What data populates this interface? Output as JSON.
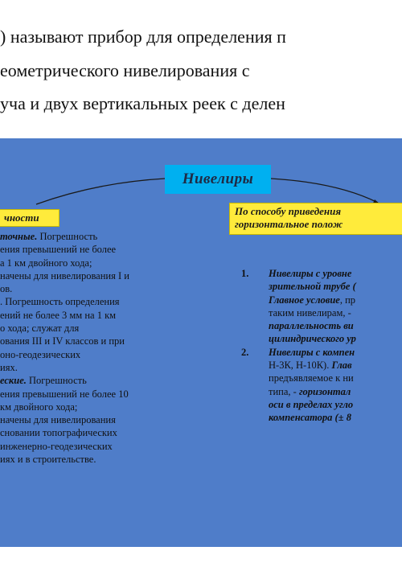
{
  "intro": {
    "line1": ")  называют прибор для определения п",
    "line2": "еометрического    нивелирования    с",
    "line3": "уча и двух вертикальных реек с делен"
  },
  "slide": {
    "title": "Нивелиры",
    "left_category": "чности",
    "right_category_line1": "По способу приведения",
    "right_category_line2": "горизонтальное полож",
    "left_lines": [
      {
        "bold": "точные.",
        "text": " Погрешность"
      },
      {
        "bold": "",
        "text": "ения превышений не более"
      },
      {
        "bold": "",
        "text": "а 1 км двойного хода;"
      },
      {
        "bold": "",
        "text": "начены для нивелирования I и"
      },
      {
        "bold": "",
        "text": "ов."
      },
      {
        "bold": "",
        "text": ". Погрешность определения"
      },
      {
        "bold": "",
        "text": "ений не более 3 мм на 1 км"
      },
      {
        "bold": "",
        "text": "о хода; служат для"
      },
      {
        "bold": "",
        "text": "ования III и IV классов и при"
      },
      {
        "bold": "",
        "text": "оно-геодезических"
      },
      {
        "bold": "",
        "text": "иях."
      },
      {
        "bold": "еские.",
        "text": " Погрешность"
      },
      {
        "bold": "",
        "text": "ения превышений не более 10"
      },
      {
        "bold": "",
        "text": "км двойного хода;"
      },
      {
        "bold": "",
        "text": "начены для нивелирования"
      },
      {
        "bold": "",
        "text": "сновании топографических"
      },
      {
        "bold": "",
        "text": "инженерно-геодезических"
      },
      {
        "bold": "",
        "text": "иях и в строительстве."
      }
    ],
    "right_items": [
      {
        "num": "1.",
        "lines": [
          {
            "bold": "Нивелиры с уровне",
            "text": ""
          },
          {
            "bold": "зрительной трубе (",
            "text": ""
          },
          {
            "bold": "Главное условие",
            "text": ", пр"
          },
          {
            "bold": "",
            "text": "таким нивелирам, -"
          },
          {
            "bold": "параллельность ви",
            "text": ""
          },
          {
            "bold": "цилиндрического ур",
            "text": ""
          }
        ]
      },
      {
        "num": "2.",
        "lines": [
          {
            "bold": "Нивелиры с компен",
            "text": ""
          },
          {
            "bold": "",
            "text": "Н-3К, Н-10К). "
          },
          {
            "bold": "",
            "text": "предъявляемое к ни"
          },
          {
            "bold": "",
            "text": "типа, - "
          },
          {
            "bold": "оси в пределах угло",
            "text": ""
          },
          {
            "bold": "компенсатора (± 8",
            "text": ""
          }
        ]
      }
    ],
    "right_item2_line2_bold": "Глав",
    "right_item2_line4_bold": "горизонтал"
  }
}
